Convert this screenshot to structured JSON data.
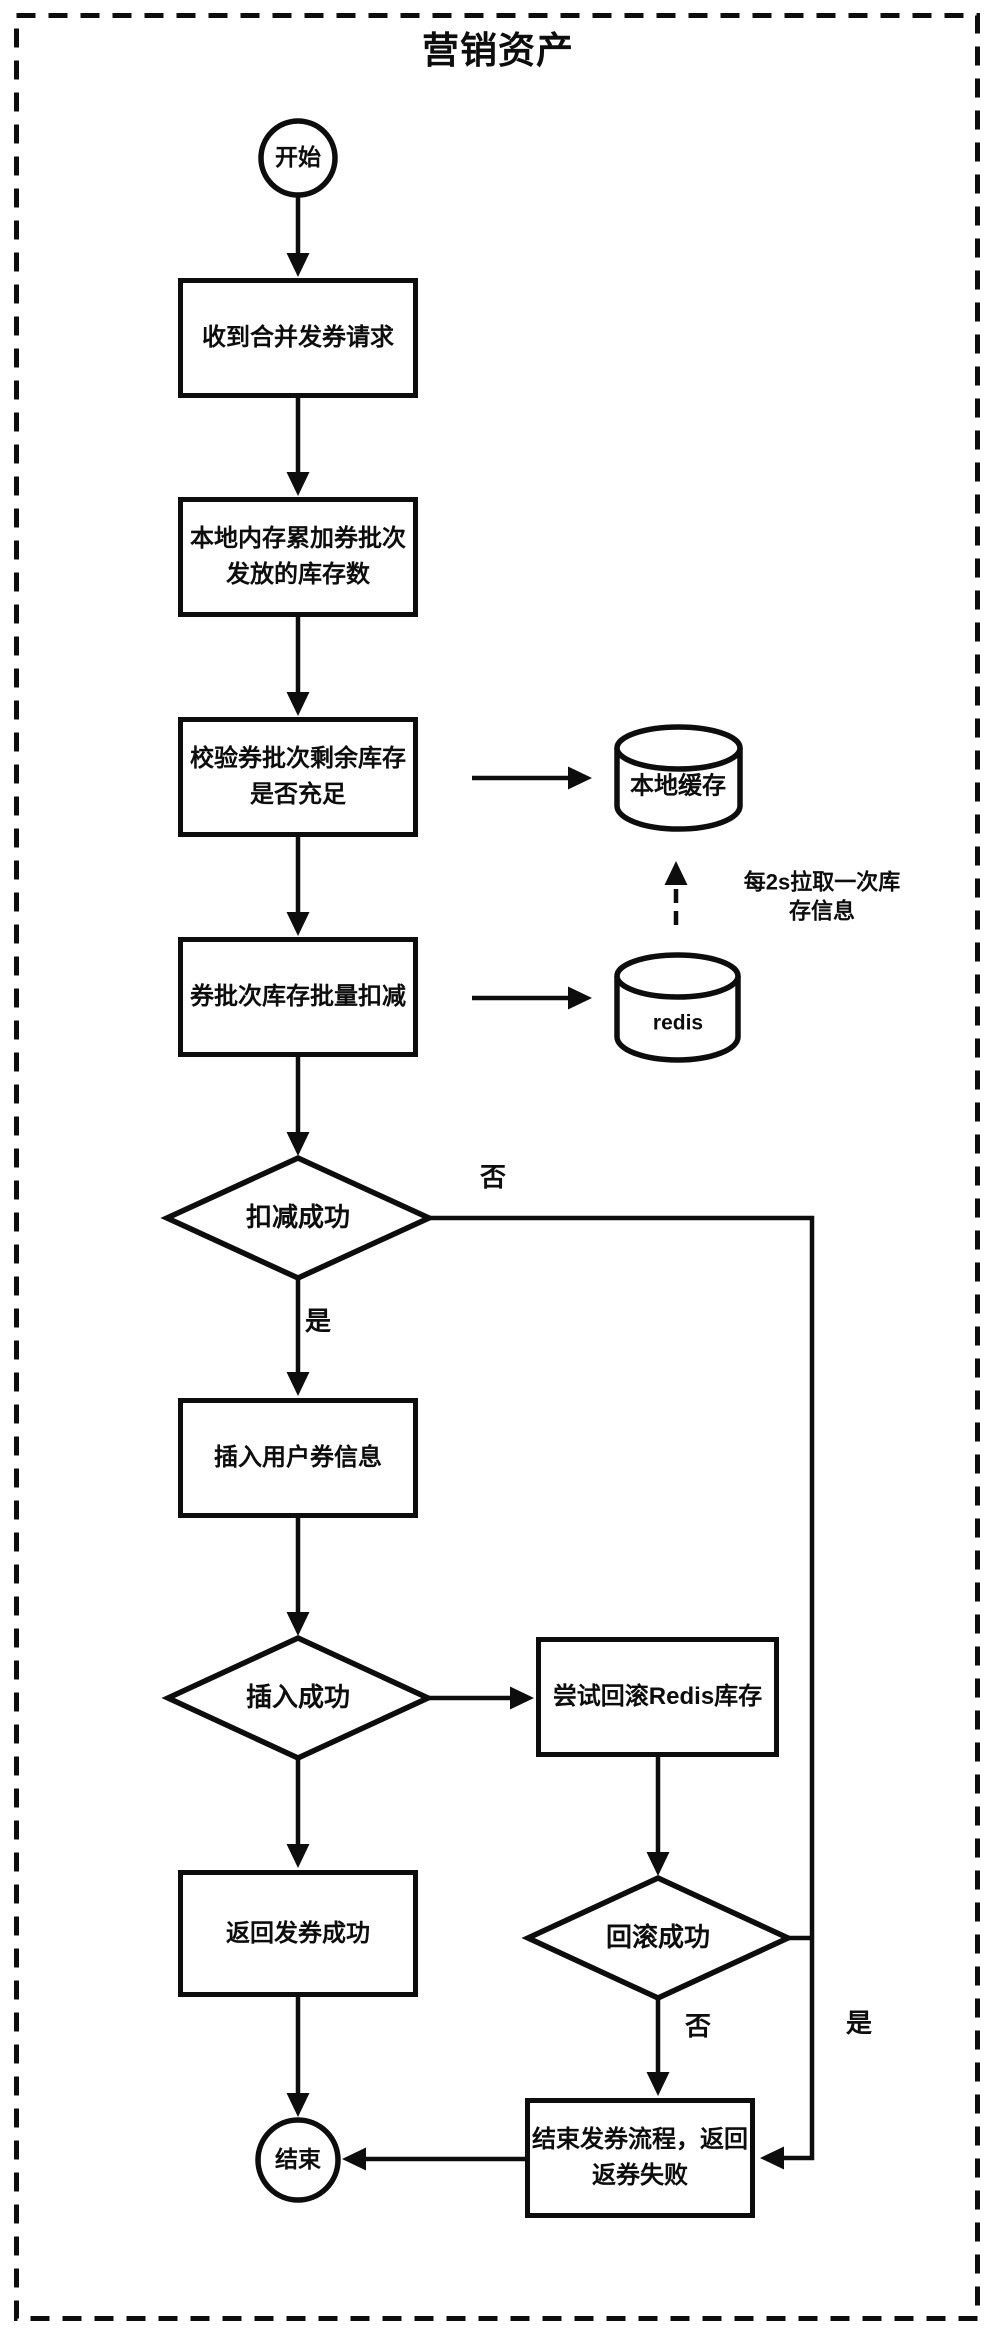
{
  "title": "营销资产",
  "colors": {
    "ink": "#0d0d0d",
    "background": "#ffffff"
  },
  "nodes": {
    "start": {
      "type": "terminator",
      "label": "开始"
    },
    "receive_request": {
      "type": "process",
      "label": "收到合并发券请求"
    },
    "accumulate_stock": {
      "type": "process",
      "label": "本地内存累加券批次\n发放的库存数"
    },
    "check_stock": {
      "type": "process",
      "label": "校验券批次剩余库存\n是否充足"
    },
    "local_cache": {
      "type": "datastore",
      "label": "本地缓存"
    },
    "batch_deduct": {
      "type": "process",
      "label": "券批次库存批量扣减"
    },
    "redis": {
      "type": "datastore",
      "label": "redis"
    },
    "deduct_success": {
      "type": "decision",
      "label": "扣减成功"
    },
    "insert_user_coupon": {
      "type": "process",
      "label": "插入用户券信息"
    },
    "insert_success": {
      "type": "decision",
      "label": "插入成功"
    },
    "rollback_redis": {
      "type": "process",
      "label": "尝试回滚Redis库存"
    },
    "rollback_success": {
      "type": "decision",
      "label": "回滚成功"
    },
    "return_success": {
      "type": "process",
      "label": "返回发券成功"
    },
    "end_fail": {
      "type": "process",
      "label": "结束发券流程，返回\n返券失败"
    },
    "end": {
      "type": "terminator",
      "label": "结束"
    }
  },
  "edge_labels": {
    "deduct_no": "否",
    "deduct_yes": "是",
    "rollback_no": "否",
    "rollback_yes": "是"
  },
  "annotations": {
    "cache_poll": "每2s拉取一次库存信息"
  }
}
